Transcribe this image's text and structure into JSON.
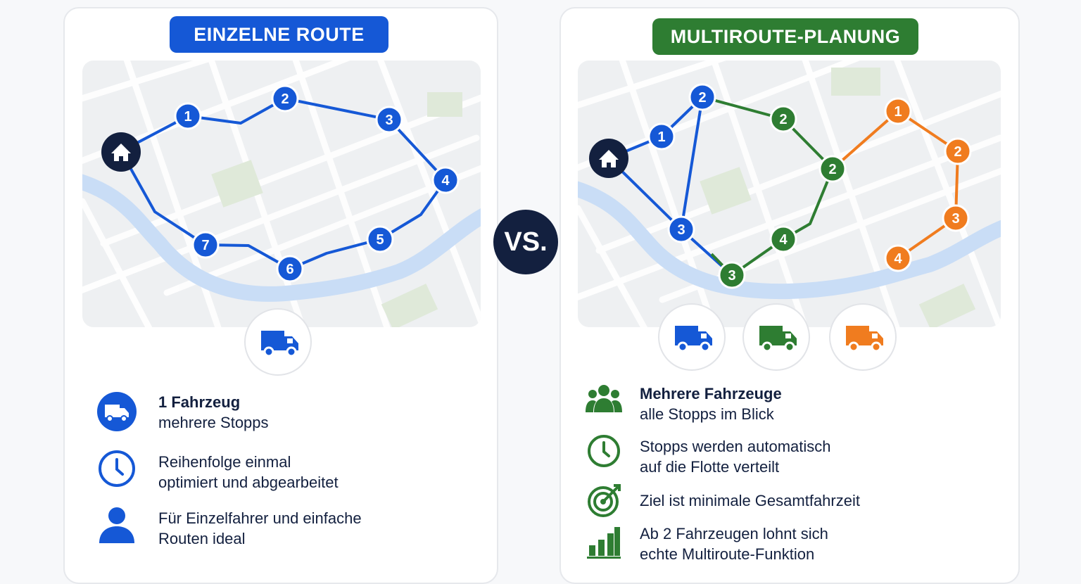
{
  "left": {
    "title": "EINZELNE ROUTE",
    "route_color": "#1558d6",
    "home_label": "home-icon",
    "stops": [
      "1",
      "2",
      "3",
      "4",
      "5",
      "6",
      "7"
    ],
    "features": [
      {
        "icon": "truck-icon",
        "bold": "1 Fahrzeug",
        "text": "mehrere Stopps"
      },
      {
        "icon": "clock-icon",
        "line1": "Reihenfolge einmal",
        "line2": "optimiert und abgearbeitet"
      },
      {
        "icon": "person-icon",
        "line1": "Für Einzelfahrer und einfache",
        "line2": "Routen ideal"
      }
    ]
  },
  "vs_label": "VS.",
  "right": {
    "title": "MULTIROUTE-PLANUNG",
    "route_colors": {
      "blue": "#1558d6",
      "green": "#2e7d32",
      "orange": "#f07c1f"
    },
    "blue_stops": [
      "1",
      "2",
      "3"
    ],
    "green_stops": [
      "2",
      "2",
      "4",
      "3"
    ],
    "orange_stops": [
      "1",
      "2",
      "3",
      "4"
    ],
    "features": [
      {
        "icon": "group-icon",
        "bold": "Mehrere Fahrzeuge",
        "text": "alle Stopps im Blick"
      },
      {
        "icon": "clock-icon",
        "line1": "Stopps werden automatisch",
        "line2": "auf die Flotte verteilt"
      },
      {
        "icon": "target-icon",
        "line1": "Ziel ist minimale Gesamtfahrzeit"
      },
      {
        "icon": "bar-chart-icon",
        "line1": "Ab 2 Fahrzeugen lohnt sich",
        "line2": "echte Multiroute-Funktion"
      }
    ]
  }
}
